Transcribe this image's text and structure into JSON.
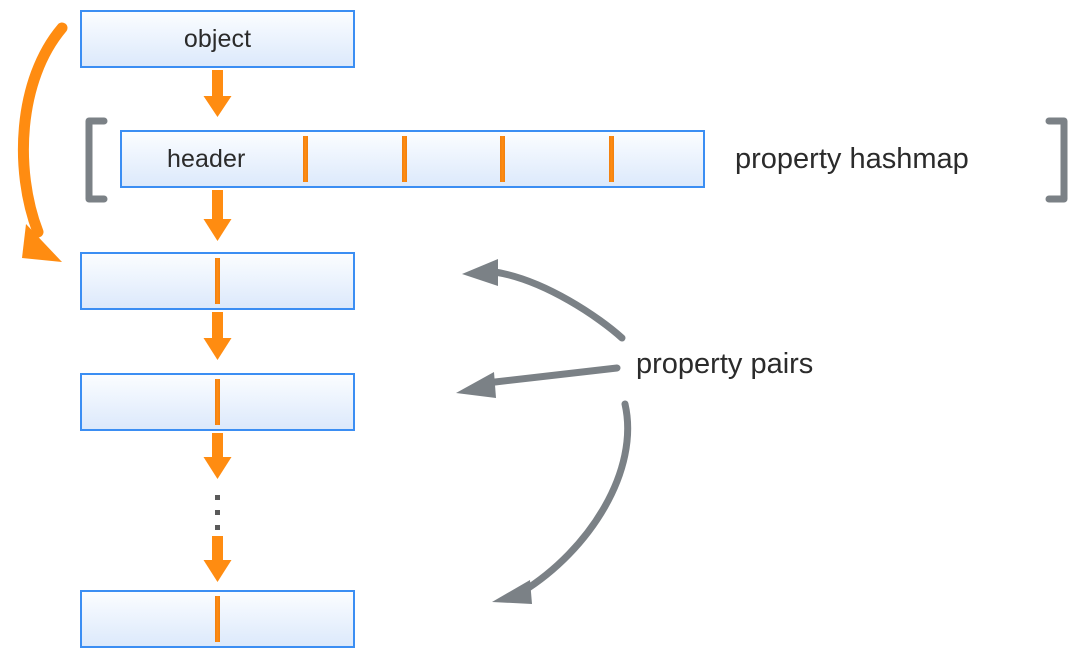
{
  "diagram": {
    "title": "JavaScript object property hashmap layout",
    "colors": {
      "box_border": "#3b8ef3",
      "box_fill_top": "#fbfdff",
      "box_fill_bottom": "#dce9fb",
      "arrow_orange": "#ff8c11",
      "arrow_gray": "#7b8186",
      "bracket_gray": "#7b8186",
      "text": "#2b2b2b",
      "dot": "#5a5a5a",
      "background": "#ffffff"
    },
    "boxes": {
      "object": {
        "label": "object"
      },
      "hashmap": {
        "label": "header",
        "tick_count": 4
      },
      "pair_1": {
        "label": ""
      },
      "pair_2": {
        "label": ""
      },
      "pair_last": {
        "label": ""
      }
    },
    "captions": {
      "property_hashmap": "property hashmap",
      "property_pairs": "property pairs"
    },
    "brackets": {
      "left": "[",
      "right": "]"
    },
    "ellipsis": {
      "dot_count": 3
    },
    "arrows": {
      "object_to_header": "down-arrow-orange",
      "header_to_pair1": "down-arrow-orange",
      "pair1_to_pair2": "down-arrow-orange",
      "pair2_to_ellipsis": "down-arrow-orange",
      "ellipsis_to_last": "down-arrow-orange",
      "object_curve_to_pair1": "curved-arrow-orange",
      "pairs_label_to_pair1": "curved-arrow-gray",
      "pairs_label_to_pair2": "straight-arrow-gray",
      "pairs_label_to_last": "curved-arrow-gray"
    }
  }
}
